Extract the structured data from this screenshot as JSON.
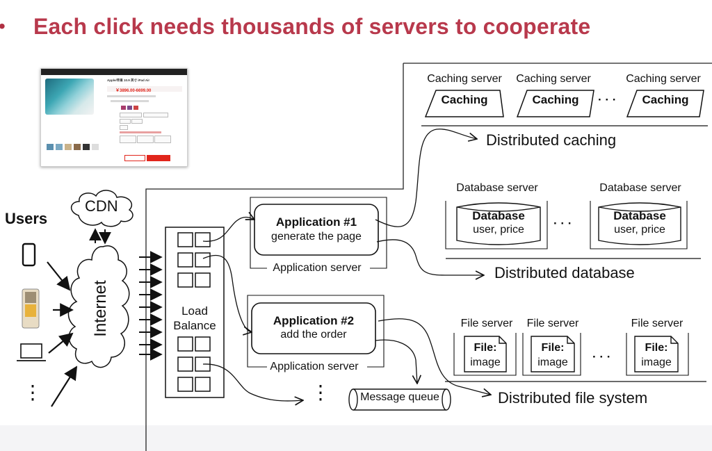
{
  "slide": {
    "bullet": "•",
    "title": "Each click needs thousands of servers to cooperate"
  },
  "thumbnail": {
    "product_title": "Apple/苹果 10.9 英寸 iPad Air",
    "price": "￥3896.00-6699.00"
  },
  "users": {
    "label": "Users",
    "ellipsis": "⋮"
  },
  "cdn": {
    "label": "CDN"
  },
  "internet": {
    "label": "Internet"
  },
  "load_balance": {
    "line1": "Load",
    "line2": "Balance"
  },
  "app1": {
    "title": "Application #1",
    "subtitle": "generate the page",
    "server_label": "Application server"
  },
  "app2": {
    "title": "Application #2",
    "subtitle": "add the order",
    "server_label": "Application server"
  },
  "lb_ellipsis": "⋮",
  "message_queue": {
    "label": "Message queue"
  },
  "caching": {
    "servers": [
      {
        "label": "Caching server",
        "box": "Caching"
      },
      {
        "label": "Caching server",
        "box": "Caching"
      },
      {
        "label": "Caching server",
        "box": "Caching"
      }
    ],
    "dots": "· · ·",
    "group_label": "Distributed caching"
  },
  "database": {
    "servers": [
      {
        "label": "Database server",
        "title": "Database",
        "subtitle": "user, price"
      },
      {
        "label": "Database server",
        "title": "Database",
        "subtitle": "user, price"
      }
    ],
    "dots": "· · ·",
    "group_label": "Distributed database"
  },
  "files": {
    "servers": [
      {
        "label": "File server",
        "title": "File:",
        "subtitle": "image"
      },
      {
        "label": "File server",
        "title": "File:",
        "subtitle": "image"
      },
      {
        "label": "File server",
        "title": "File:",
        "subtitle": "image"
      }
    ],
    "dots": "· · ·",
    "group_label": "Distributed file system"
  }
}
